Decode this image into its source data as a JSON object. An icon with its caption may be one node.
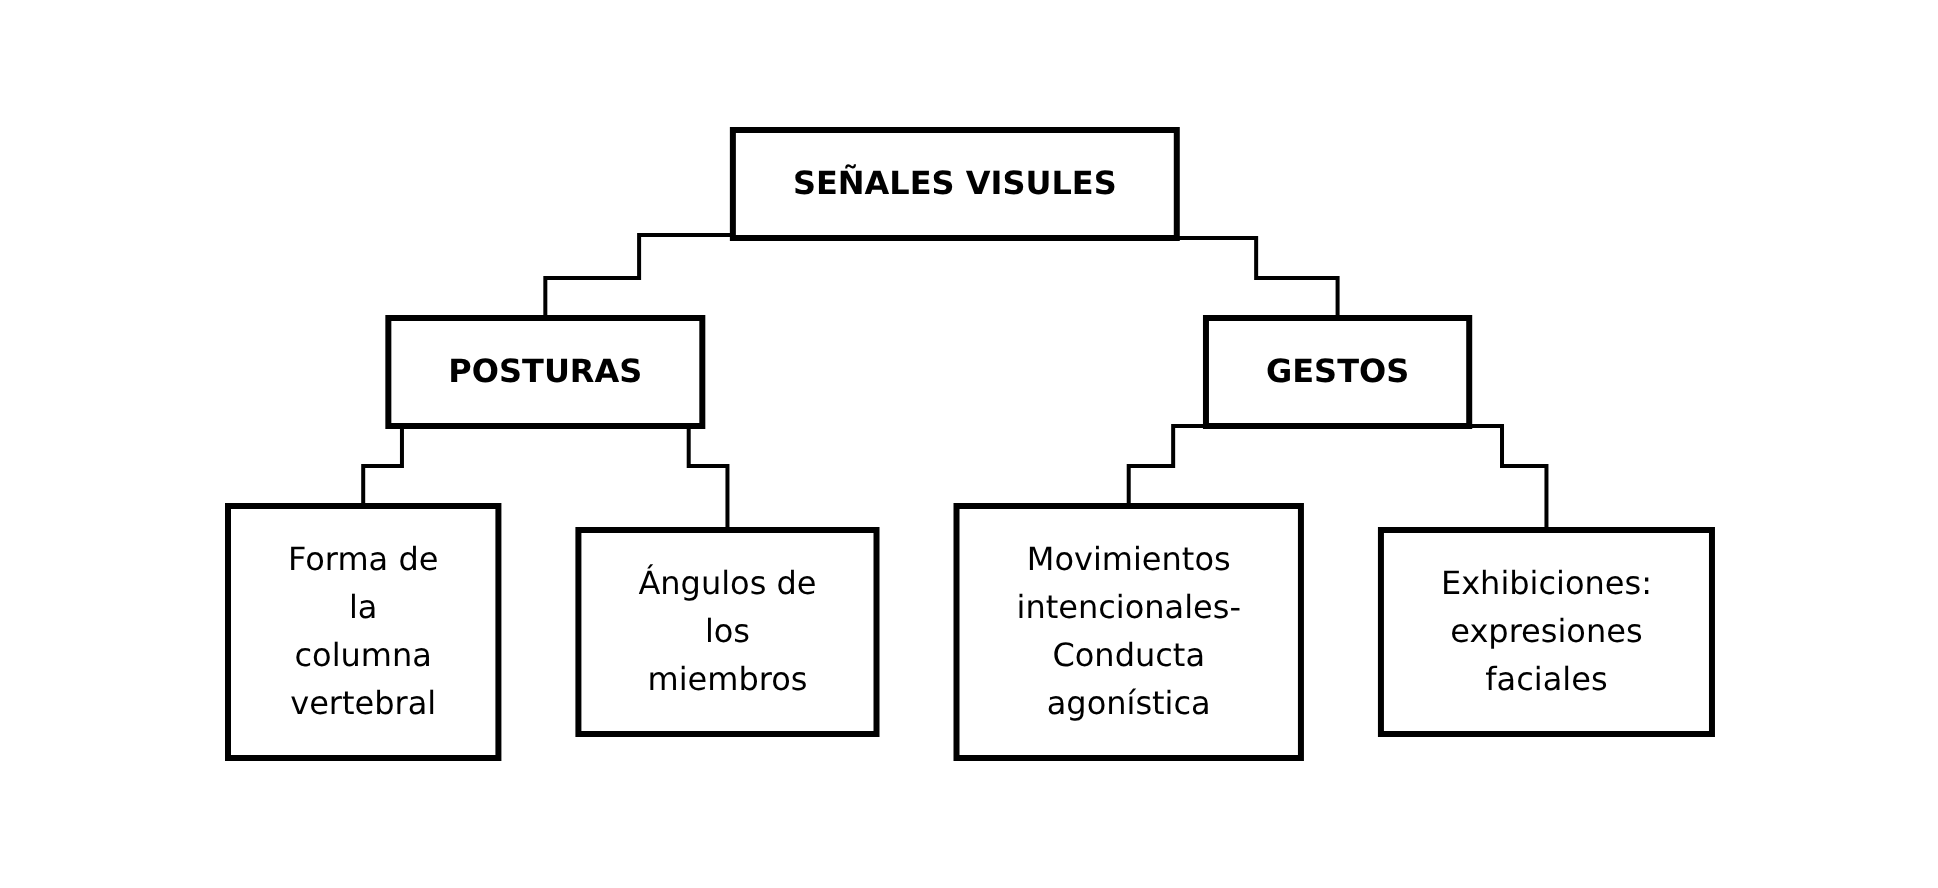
{
  "diagram": {
    "nodes": [
      {
        "text": [
          "SEÑALES VISULES"
        ]
      },
      {
        "text": [
          "POSTURAS"
        ]
      },
      {
        "text": [
          "GESTOS"
        ]
      },
      {
        "text": [
          "Forma de la columna vertebral"
        ]
      },
      {
        "text": [
          "Ángulos de los miembros"
        ]
      },
      {
        "text": [
          "Movimientos intencionales- Conducta agonística"
        ]
      },
      {
        "text": [
          "Exhibiciones: expresiones faciales"
        ]
      }
    ],
    "edges": [
      {
        "from": 0,
        "to": 1,
        "arrow": "none"
      },
      {
        "from": 0,
        "to": 2,
        "arrow": "none"
      },
      {
        "from": 1,
        "to": 3,
        "arrow": "none"
      },
      {
        "from": 1,
        "to": 4,
        "arrow": "none"
      },
      {
        "from": 2,
        "to": 5,
        "arrow": "none"
      },
      {
        "from": 2,
        "to": 6,
        "arrow": "none"
      }
    ]
  }
}
